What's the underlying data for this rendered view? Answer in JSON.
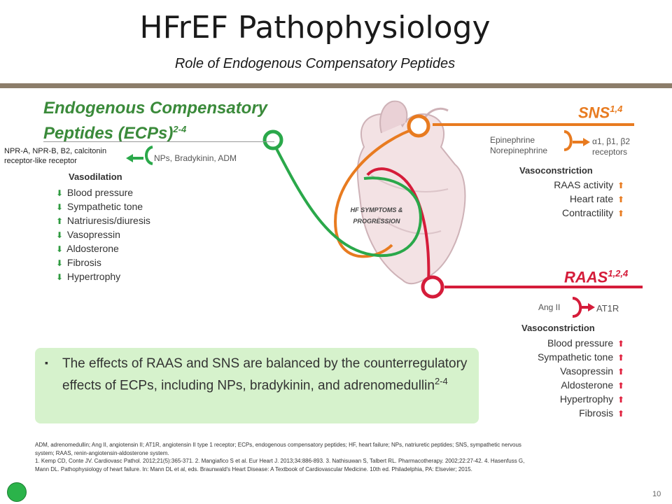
{
  "slide": {
    "title": "HFrEF Pathophysiology",
    "subtitle": "Role of Endogenous Compensatory Peptides",
    "page_number": "10"
  },
  "ecp": {
    "title_line1": "Endogenous Compensatory",
    "title_line2": "Peptides (ECPs)",
    "title_sup": "2-4",
    "receptor": "NPR-A, NPR-B, B2, calcitonin receptor-like receptor",
    "ligands": "NPs, Bradykinin, ADM",
    "effect_heading": "Vasodilation",
    "effects": [
      {
        "label": "Blood pressure",
        "dir": "down"
      },
      {
        "label": "Sympathetic tone",
        "dir": "down"
      },
      {
        "label": "Natriuresis/diuresis",
        "dir": "up"
      },
      {
        "label": "Vasopressin",
        "dir": "down"
      },
      {
        "label": "Aldosterone",
        "dir": "down"
      },
      {
        "label": "Fibrosis",
        "dir": "down"
      },
      {
        "label": "Hypertrophy",
        "dir": "down"
      }
    ]
  },
  "heart": {
    "label_line1": "HF SYMPTOMS &",
    "label_line2": "PROGRESSION"
  },
  "sns": {
    "title": "SNS",
    "title_sup": "1,4",
    "ligand_line1": "Epinephrine",
    "ligand_line2": "Norepinephrine",
    "receptor_line1": "α1, β1, β2",
    "receptor_line2": "receptors",
    "effect_heading": "Vasoconstriction",
    "effects": [
      "RAAS activity",
      "Heart rate",
      "Contractility"
    ]
  },
  "raas": {
    "title": "RAAS",
    "title_sup": "1,2,4",
    "ligand": "Ang II",
    "receptor": "AT1R",
    "effect_heading": "Vasoconstriction",
    "effects": [
      "Blood pressure",
      "Sympathetic tone",
      "Vasopressin",
      "Aldosterone",
      "Hypertrophy",
      "Fibrosis"
    ]
  },
  "callout": {
    "bullet": "▪",
    "text": "The effects of RAAS and SNS are balanced by the counterregulatory effects of ECPs, including NPs, bradykinin, and adrenomedullin",
    "sup": "2-4"
  },
  "footnote": {
    "abbreviations": "ADM, adrenomedullin; Ang II, angiotensin II; AT1R, angiotensin II type 1 receptor; ECPs, endogenous compensatory peptides; HF, heart failure; NPs, natriuretic peptides; SNS, sympathetic nervous system; RAAS, renin-angiotensin-aldosterone system.",
    "references": "1. Kemp CD, Conte JV. Cardiovasc Pathol. 2012;21(5):365-371. 2. Mangiafico S et al. Eur Heart J. 2013;34:886-893. 3. Nathisuwan S, Talbert RL. Pharmacotherapy. 2002;22:27-42. 4. Hasenfuss G, Mann DL. Pathophysiology of heart failure. In: Mann DL et al, eds. Braunwald's Heart Disease: A Textbook of Cardiovascular Medicine. 10th ed. Philadelphia, PA: Elsevier; 2015."
  },
  "colors": {
    "ecp_green": "#3a8a3a",
    "sns_orange": "#e87b20",
    "raas_red": "#d51c3a",
    "callout_bg": "#d6f2cc",
    "band": "#8c7d6a"
  },
  "icons": {
    "down_arrow": "⬇",
    "up_arrow": "⬆"
  }
}
